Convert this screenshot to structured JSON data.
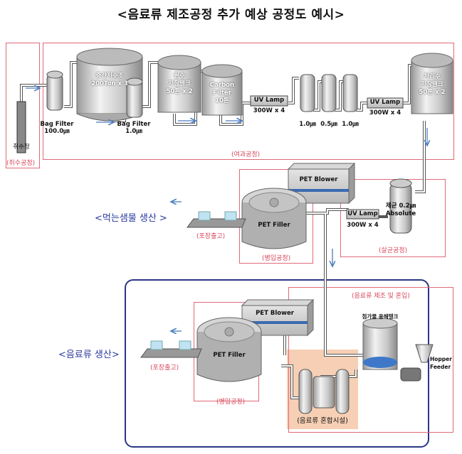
{
  "title": "<음료류 제조공정 추가 예상 공정도 예시>",
  "sections": {
    "intake": {
      "label": "(취수공정)",
      "well": "취수정"
    },
    "filtration": {
      "label": "(여과공정)"
    },
    "sterilization": {
      "label": "(살균공정)"
    },
    "bottling_water": {
      "label": "(병입공정)"
    },
    "packaging_water": {
      "label": "(포장출고)"
    },
    "bottling_beverage": {
      "label": "(병입공정)"
    },
    "packaging_beverage": {
      "label": "(포장출고)"
    },
    "beverage_mixing": {
      "label": "(음료류 제조 및 혼입)"
    },
    "mixing_facility": {
      "label": "(음료류 혼합시설)"
    }
  },
  "product_lines": {
    "water": "<먹는샘물 생산 >",
    "beverage": "<음료류 생산>"
  },
  "equipment": {
    "bag_filter_1": {
      "name": "Bag Filter",
      "spec": "100.0㎛"
    },
    "intermediate_tank": {
      "name": "중간저수조",
      "spec": "200Ton x 3"
    },
    "bag_filter_2": {
      "name": "Bag Filter",
      "spec": "1.0㎛"
    },
    "raw_tank": {
      "name": "원수\n저장탱크",
      "spec": "50톤 x 2"
    },
    "carbon_filter": {
      "name": "Carbon\nFilter",
      "spec": "10톤"
    },
    "uv_lamp_1": {
      "name": "UV Lamp",
      "spec": "300W x 4"
    },
    "filter_a": {
      "spec": "1.0㎛"
    },
    "filter_b": {
      "spec": "0.5㎛"
    },
    "filter_c": {
      "spec": "1.0㎛"
    },
    "uv_lamp_2": {
      "name": "UV Lamp",
      "spec": "300W x 4"
    },
    "treated_tank": {
      "name": "처리수\n저장탱크",
      "spec": "50톤 x 2"
    },
    "pet_blower_1": {
      "name": "PET Blower"
    },
    "pet_filler_1": {
      "name": "PET Filler"
    },
    "uv_lamp_3": {
      "name": "UV Lamp",
      "spec": "300W x 4"
    },
    "sterile_filter": {
      "name": "제균 0.2㎛",
      "spec": "Absolute"
    },
    "pet_blower_2": {
      "name": "PET Blower"
    },
    "pet_filler_2": {
      "name": "PET Filler"
    },
    "additive_tank": {
      "name": "첨가물 용해탱크"
    },
    "hopper": {
      "name": "Hopper\nFeeder"
    }
  },
  "colors": {
    "section_border": "#e06a78",
    "line_border": "#2a3585",
    "flow_arrow": "#4a7cc0",
    "mixing_highlight": "#f6cfb4"
  }
}
